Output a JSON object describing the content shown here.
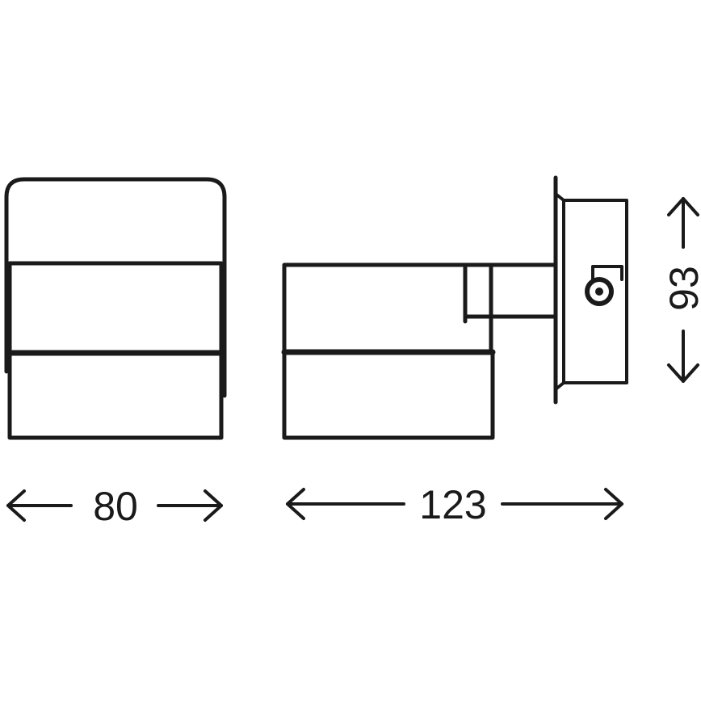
{
  "drawing": {
    "type": "dimension drawing",
    "line_color": "#1a1a1a",
    "background": "#ffffff"
  },
  "dimensions": {
    "front_width": {
      "value": "80"
    },
    "side_depth": {
      "value": "123"
    },
    "height": {
      "value": "93"
    }
  }
}
